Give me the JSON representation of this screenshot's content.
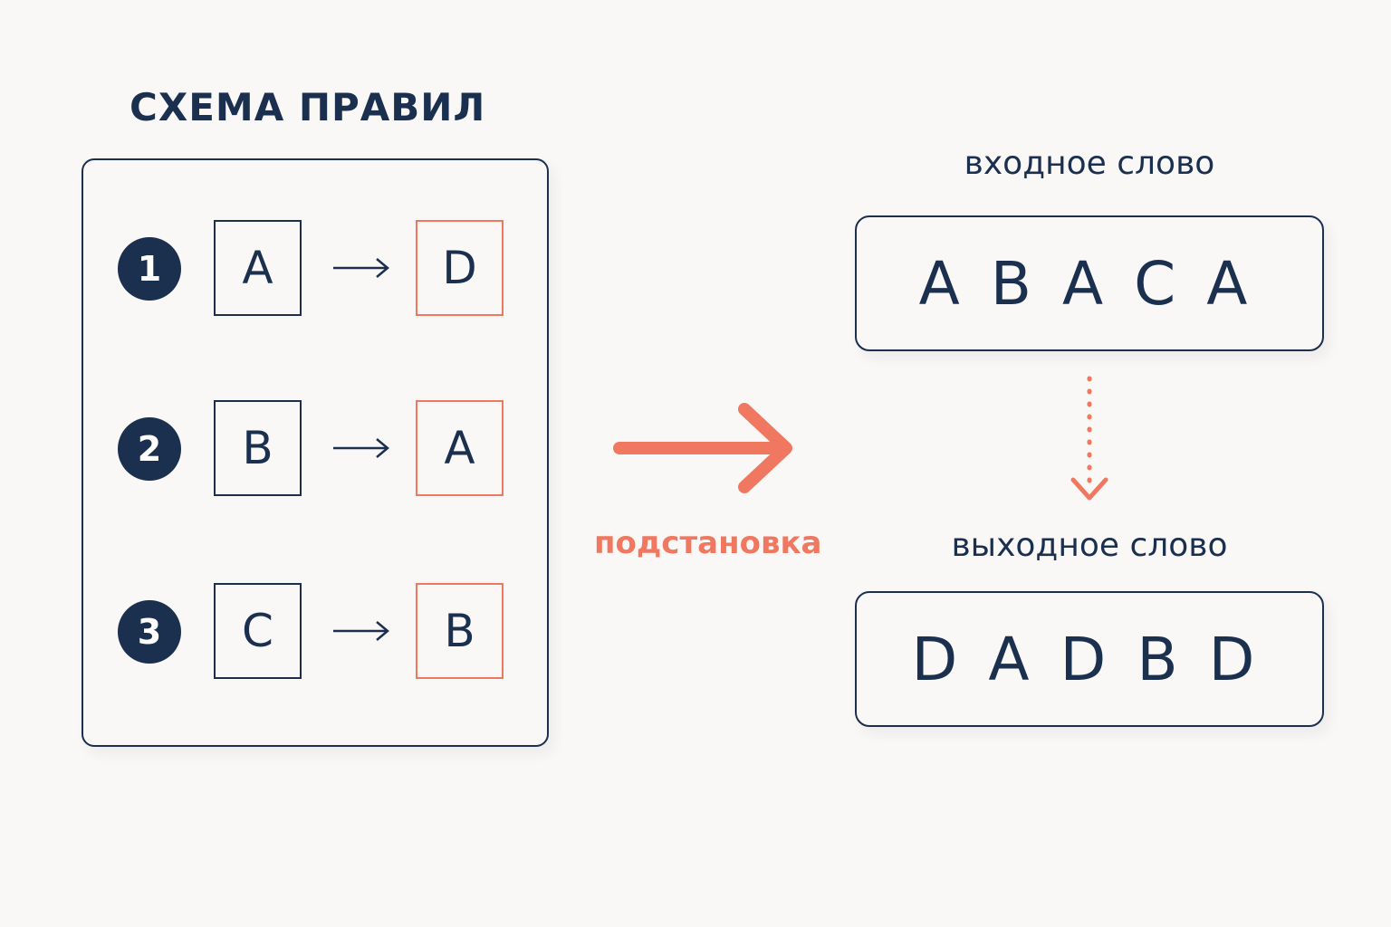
{
  "title": "СХЕМА ПРАВИЛ",
  "colors": {
    "primary": "#1b2f4f",
    "accent": "#f07860",
    "background": "#faf8f6"
  },
  "rules": [
    {
      "number": "1",
      "from": "A",
      "to": "D"
    },
    {
      "number": "2",
      "from": "B",
      "to": "A"
    },
    {
      "number": "3",
      "from": "C",
      "to": "B"
    }
  ],
  "substitution_label": "подстановка",
  "input": {
    "label": "входное слово",
    "letters": [
      "A",
      "B",
      "A",
      "C",
      "A"
    ]
  },
  "output": {
    "label": "выходное слово",
    "letters": [
      "D",
      "A",
      "D",
      "B",
      "D"
    ]
  }
}
